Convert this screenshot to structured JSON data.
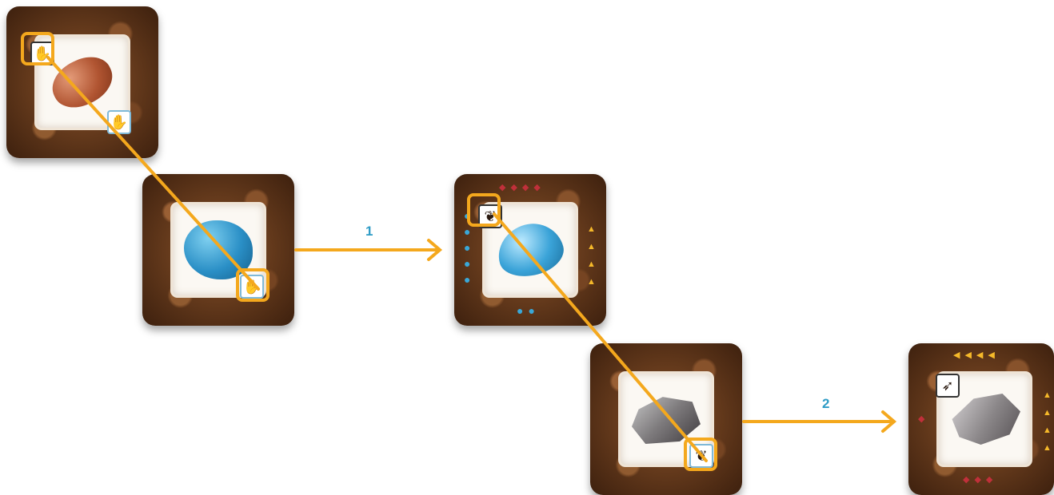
{
  "steps": [
    "1",
    "2"
  ],
  "colors": {
    "accent": "#f4a81d",
    "step_label": "#2f9cc6",
    "tile": "#5a3317",
    "blue_res": "#2a8fc6",
    "red_mark": "#c0303a",
    "yellow_mark": "#f5b92a"
  },
  "tiles": [
    {
      "resource": "copper-ore",
      "icon": "hand-grab-icon"
    },
    {
      "resource": "blue-ore",
      "icon": "hand-grab-icon"
    },
    {
      "resource": "blue-gem",
      "icon": "cluster-icon"
    },
    {
      "resource": "gray-rock",
      "icon": "cluster-icon"
    },
    {
      "resource": "flint-stone",
      "icon": "feather-icon"
    }
  ]
}
